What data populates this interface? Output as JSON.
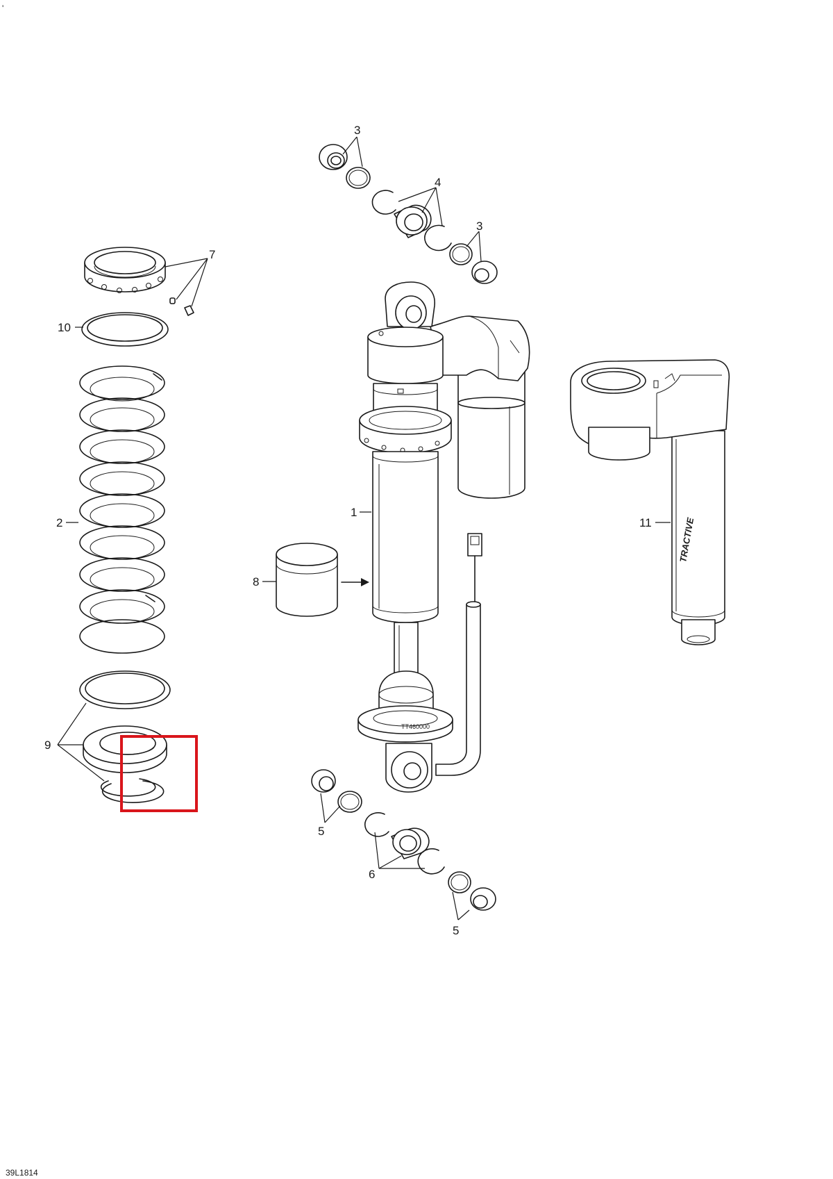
{
  "diagram": {
    "reference_code": "39L1814",
    "corner_mark": "'",
    "callouts": {
      "c1": "1",
      "c2": "2",
      "c3a": "3",
      "c3b": "3",
      "c4": "4",
      "c5a": "5",
      "c5b": "5",
      "c6": "6",
      "c7": "7",
      "c8": "8",
      "c9": "9",
      "c10": "10",
      "c11": "11"
    },
    "part_markings": {
      "reservoir_brand": "TRACTIVE",
      "shock_stamp": "TT460000"
    },
    "highlight": {
      "color": "#d9151b"
    },
    "line_color": "#1a1a1a"
  }
}
